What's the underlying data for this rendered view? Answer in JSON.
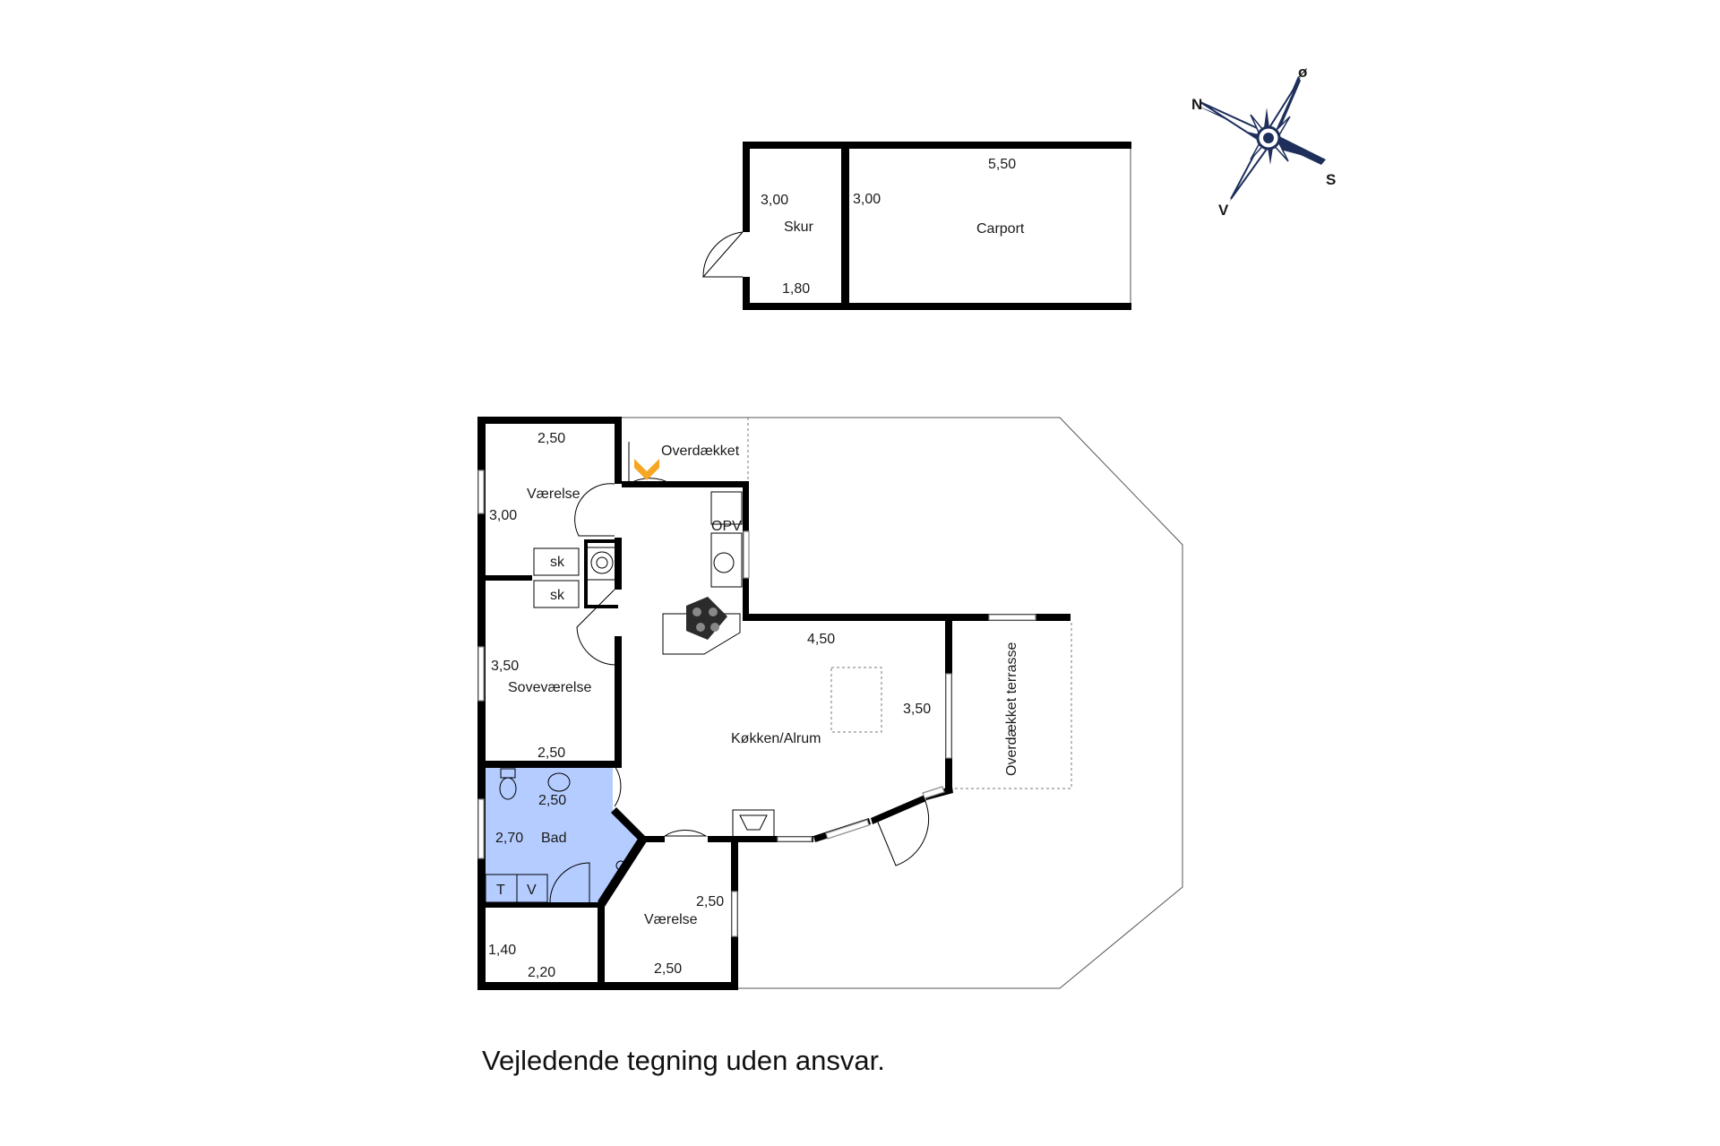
{
  "outbuilding": {
    "skur": {
      "name": "Skur",
      "dim_top": "3,00",
      "dim_bottom": "1,80"
    },
    "carport": {
      "name": "Carport",
      "dim_top": "5,50",
      "dim_side": "3,00"
    }
  },
  "compass": {
    "n": "N",
    "o": "ø",
    "s": "S",
    "v": "V"
  },
  "house": {
    "overdaekket": "Overdækket",
    "vaerelse_top": {
      "name": "Værelse",
      "dim_top": "2,50",
      "dim_side": "3,00"
    },
    "closet_1": "sk",
    "closet_2": "sk",
    "opv": "OPV",
    "sovevaerelse": {
      "name": "Soveværelse",
      "dim_side": "3,50",
      "dim_bottom": "2,50"
    },
    "kitchen": {
      "name": "Køkken/Alrum",
      "dim_top": "4,50",
      "dim_side": "3,50"
    },
    "terrasse": "Overdækket terrasse",
    "bad": {
      "name": "Bad",
      "dim_top": "2,50",
      "dim_side": "2,70"
    },
    "appliance_t": "T",
    "appliance_v": "V",
    "small_room": {
      "dim_side": "1,40",
      "dim_bottom": "2,20"
    },
    "vaerelse_bottom": {
      "name": "Værelse",
      "dim_side": "2,50",
      "dim_bottom": "2,50"
    }
  },
  "caption": "Vejledende tegning uden ansvar.",
  "colors": {
    "bathroom": "#b4ccff",
    "compass_blue": "#1e2f5c",
    "entry_arrow": "#f5a623"
  }
}
